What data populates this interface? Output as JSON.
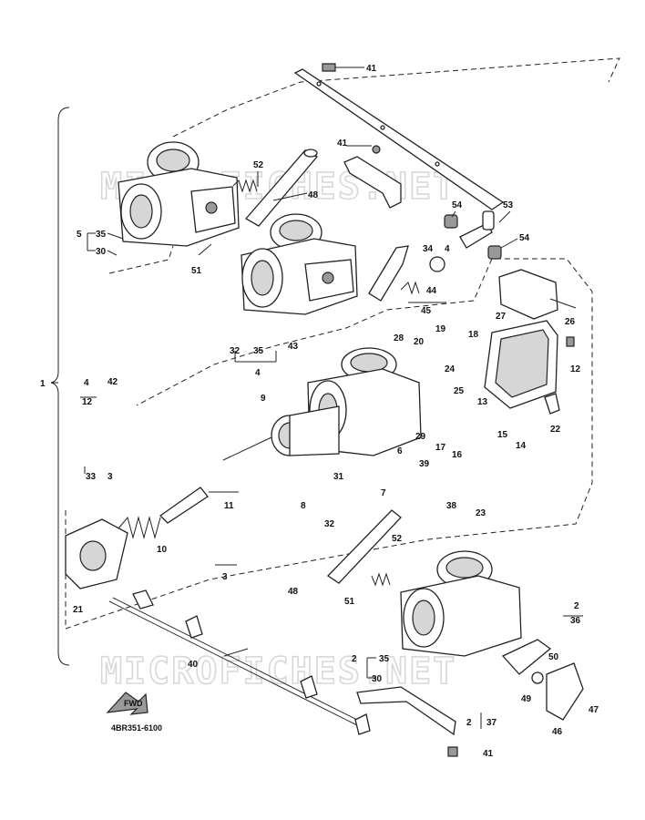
{
  "diagram_code": "4BR351-6100",
  "watermark_text": "MICROFICHES.NET",
  "arrow_tag": "FWD",
  "callouts": {
    "c41a": "41",
    "c41b": "41",
    "c41c": "41",
    "c52a": "52",
    "c52b": "52",
    "c48a": "48",
    "c48b": "48",
    "c54a": "54",
    "c54b": "54",
    "c53": "53",
    "c5": "5",
    "c35a": "35",
    "c30a": "30",
    "c51a": "51",
    "c51b": "51",
    "c34": "34",
    "c4a": "4",
    "c44": "44",
    "c45": "45",
    "c27": "27",
    "c26": "26",
    "c32a": "32",
    "c35b": "35",
    "c4b": "4",
    "c43": "43",
    "c28": "28",
    "c19": "19",
    "c18": "18",
    "c20": "20",
    "c12a": "12",
    "c1": "1",
    "c4c": "4",
    "c12b": "12",
    "c42": "42",
    "c24": "24",
    "c25": "25",
    "c13": "13",
    "c22": "22",
    "c9": "9",
    "c29": "29",
    "c17": "17",
    "c16": "16",
    "c15": "15",
    "c14": "14",
    "c6": "6",
    "c7": "7",
    "c39": "39",
    "c38": "38",
    "c33": "33",
    "c3a": "3",
    "c11": "11",
    "c8": "8",
    "c31": "31",
    "c32b": "32",
    "c23": "23",
    "c10": "10",
    "c3b": "3",
    "c21": "21",
    "c2a": "2",
    "c36": "36",
    "c40": "40",
    "c2b": "2",
    "c35c": "35",
    "c30b": "30",
    "c50": "50",
    "c49": "49",
    "c47": "47",
    "c46": "46",
    "c2c": "2",
    "c37": "37"
  }
}
